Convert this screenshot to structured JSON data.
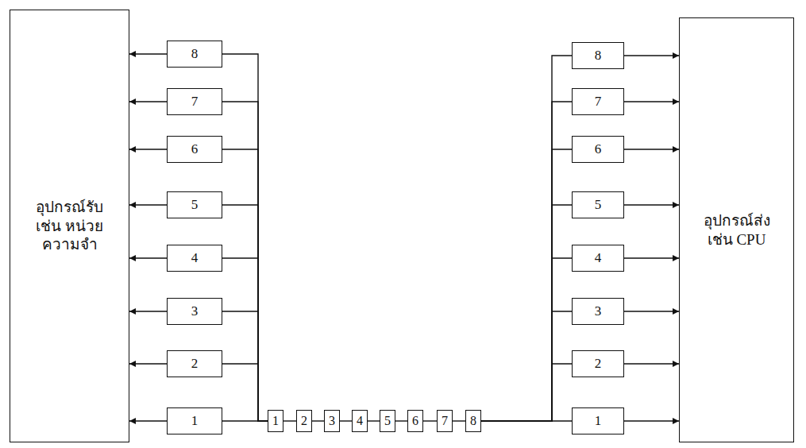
{
  "diagram": {
    "nodes": [
      {
        "text": [
          "อุปกรณ์รับ เช่น หน่วยความจำ"
        ]
      },
      {
        "text": [
          "อุปกรณ์ส่ง เช่น CPU"
        ]
      },
      {
        "text": [
          "8"
        ]
      },
      {
        "text": [
          "7"
        ]
      },
      {
        "text": [
          "6"
        ]
      },
      {
        "text": [
          "5"
        ]
      },
      {
        "text": [
          "4"
        ]
      },
      {
        "text": [
          "3"
        ]
      },
      {
        "text": [
          "2"
        ]
      },
      {
        "text": [
          "1"
        ]
      },
      {
        "text": [
          "1"
        ]
      },
      {
        "text": [
          "2"
        ]
      },
      {
        "text": [
          "3"
        ]
      },
      {
        "text": [
          "4"
        ]
      },
      {
        "text": [
          "5"
        ]
      },
      {
        "text": [
          "6"
        ]
      },
      {
        "text": [
          "7"
        ]
      },
      {
        "text": [
          "8"
        ]
      },
      {
        "text": [
          "8"
        ]
      },
      {
        "text": [
          "7"
        ]
      },
      {
        "text": [
          "6"
        ]
      },
      {
        "text": [
          "5"
        ]
      },
      {
        "text": [
          "4"
        ]
      },
      {
        "text": [
          "3"
        ]
      },
      {
        "text": [
          "2"
        ]
      },
      {
        "text": [
          "1"
        ]
      }
    ],
    "edges": [
      {
        "from": 2,
        "to": 0,
        "arrow": "to"
      },
      {
        "from": 3,
        "to": 0,
        "arrow": "to"
      },
      {
        "from": 4,
        "to": 0,
        "arrow": "to"
      },
      {
        "from": 5,
        "to": 0,
        "arrow": "to"
      },
      {
        "from": 6,
        "to": 0,
        "arrow": "to"
      },
      {
        "from": 7,
        "to": 0,
        "arrow": "to"
      },
      {
        "from": 8,
        "to": 0,
        "arrow": "to"
      },
      {
        "from": 9,
        "to": 0,
        "arrow": "to"
      },
      {
        "from": 10,
        "to": 2,
        "arrow": "none"
      },
      {
        "from": 10,
        "to": 3,
        "arrow": "none"
      },
      {
        "from": 10,
        "to": 4,
        "arrow": "none"
      },
      {
        "from": 10,
        "to": 5,
        "arrow": "none"
      },
      {
        "from": 10,
        "to": 6,
        "arrow": "none"
      },
      {
        "from": 10,
        "to": 7,
        "arrow": "none"
      },
      {
        "from": 10,
        "to": 8,
        "arrow": "none"
      },
      {
        "from": 10,
        "to": 9,
        "arrow": "none"
      },
      {
        "from": 10,
        "to": 11,
        "arrow": "none"
      },
      {
        "from": 11,
        "to": 12,
        "arrow": "none"
      },
      {
        "from": 12,
        "to": 13,
        "arrow": "none"
      },
      {
        "from": 13,
        "to": 14,
        "arrow": "none"
      },
      {
        "from": 14,
        "to": 15,
        "arrow": "none"
      },
      {
        "from": 15,
        "to": 16,
        "arrow": "none"
      },
      {
        "from": 16,
        "to": 17,
        "arrow": "none"
      },
      {
        "from": 17,
        "to": 18,
        "arrow": "none"
      },
      {
        "from": 17,
        "to": 19,
        "arrow": "none"
      },
      {
        "from": 17,
        "to": 20,
        "arrow": "none"
      },
      {
        "from": 17,
        "to": 21,
        "arrow": "none"
      },
      {
        "from": 17,
        "to": 22,
        "arrow": "none"
      },
      {
        "from": 17,
        "to": 23,
        "arrow": "none"
      },
      {
        "from": 17,
        "to": 24,
        "arrow": "none"
      },
      {
        "from": 17,
        "to": 25,
        "arrow": "none"
      },
      {
        "from": 18,
        "to": 1,
        "arrow": "to"
      },
      {
        "from": 19,
        "to": 1,
        "arrow": "to"
      },
      {
        "from": 20,
        "to": 1,
        "arrow": "to"
      },
      {
        "from": 21,
        "to": 1,
        "arrow": "to"
      },
      {
        "from": 22,
        "to": 1,
        "arrow": "to"
      },
      {
        "from": 23,
        "to": 1,
        "arrow": "to"
      },
      {
        "from": 24,
        "to": 1,
        "arrow": "to"
      },
      {
        "from": 25,
        "to": 1,
        "arrow": "to"
      }
    ]
  }
}
